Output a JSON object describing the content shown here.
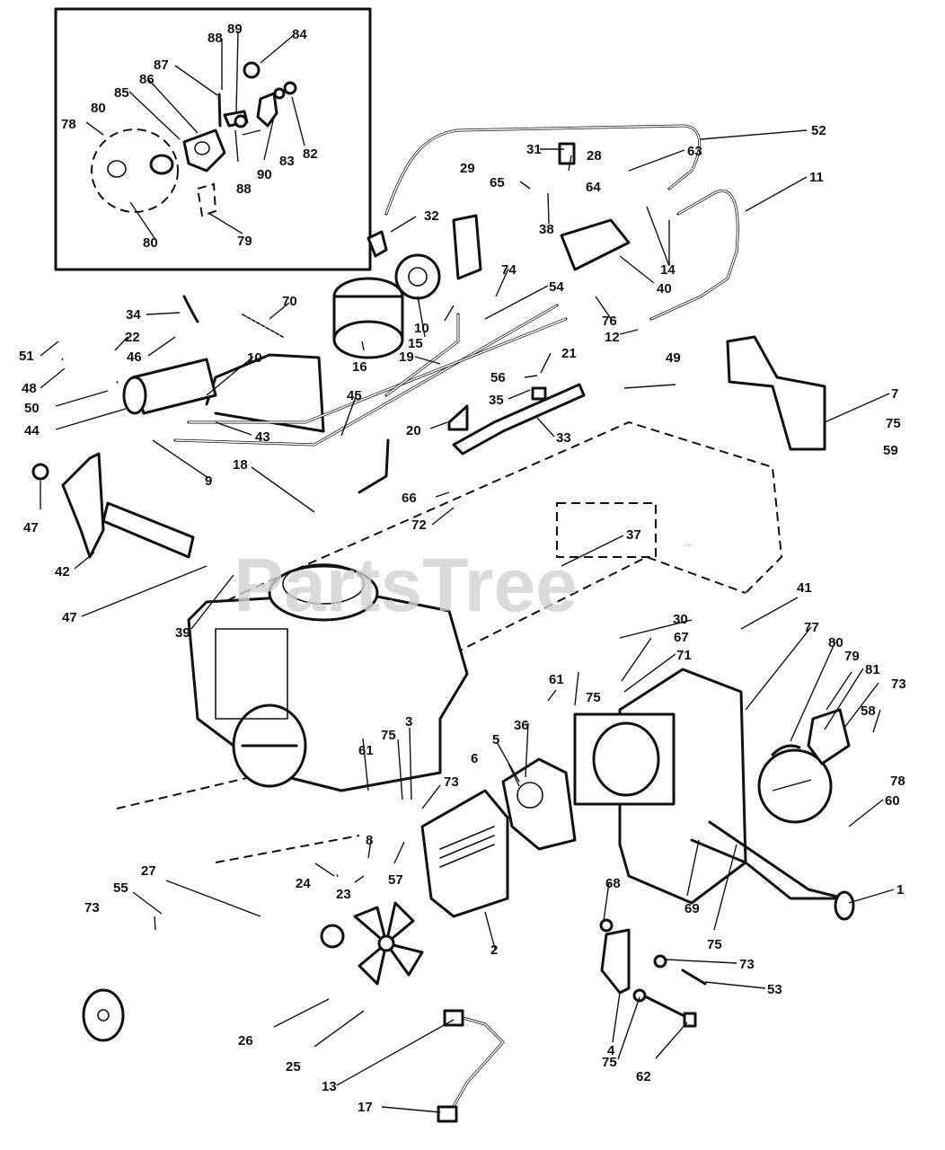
{
  "watermark": {
    "text": "PartsTree",
    "trademark": "™"
  },
  "callouts": [
    "1",
    "2",
    "3",
    "4",
    "5",
    "6",
    "7",
    "8",
    "9",
    "10",
    "11",
    "12",
    "13",
    "14",
    "15",
    "16",
    "17",
    "18",
    "19",
    "20",
    "21",
    "22",
    "23",
    "24",
    "25",
    "26",
    "27",
    "28",
    "29",
    "30",
    "31",
    "32",
    "33",
    "34",
    "35",
    "36",
    "37",
    "38",
    "39",
    "40",
    "41",
    "42",
    "43",
    "44",
    "45",
    "46",
    "47",
    "48",
    "49",
    "50",
    "51",
    "52",
    "53",
    "54",
    "55",
    "56",
    "57",
    "58",
    "59",
    "60",
    "61",
    "62",
    "63",
    "64",
    "65",
    "66",
    "67",
    "68",
    "69",
    "70",
    "71",
    "72",
    "73",
    "74",
    "75",
    "76",
    "77",
    "78",
    "79",
    "80",
    "81",
    "82",
    "83",
    "84",
    "85",
    "86",
    "87",
    "88",
    "89",
    "90"
  ]
}
